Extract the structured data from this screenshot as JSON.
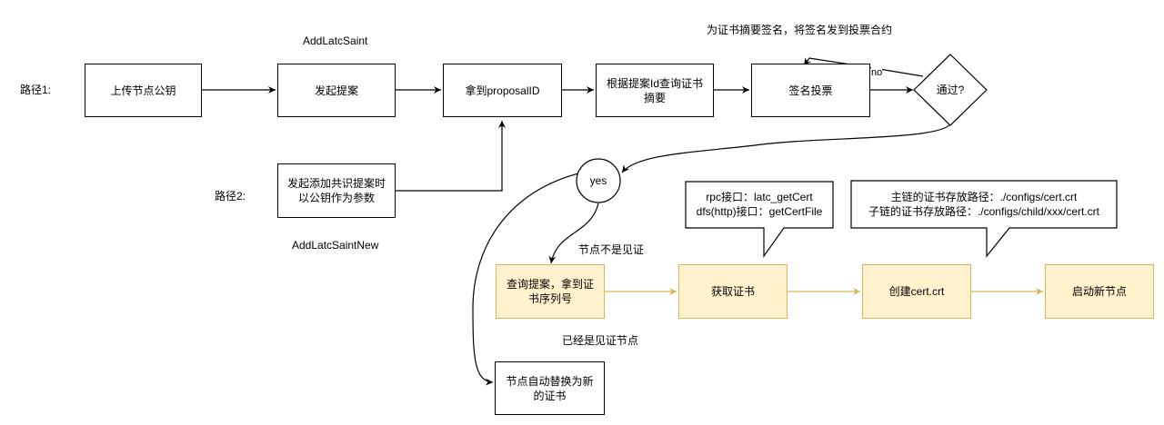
{
  "labels": {
    "path1": "路径1:",
    "path2": "路径2:",
    "add_latc_saint": "AddLatcSaint",
    "add_latc_saint_new": "AddLatcSaintNew",
    "top_note": "为证书摘要签名，将签名发到投票合约",
    "no": "no",
    "not_witness": "节点不是见证",
    "already_witness": "已经是见证节点"
  },
  "nodes": {
    "upload_key": "上传节点公钥",
    "start_proposal": "发起提案",
    "get_proposal_id": "拿到proposalID",
    "query_digest": "根据提案Id查询证书摘要",
    "sign_vote": "签名投票",
    "pass_decision": "通过?",
    "consensus_proposal": "发起添加共识提案时以公钥作为参数",
    "yes": "yes",
    "query_serial": "查询提案，拿到证书序列号",
    "get_cert": "获取证书",
    "create_cert": "创建cert.crt",
    "start_node": "启动新节点",
    "auto_replace": "节点自动替换为新的证书"
  },
  "callouts": {
    "rpc_line1": "rpc接口：latc_getCert",
    "rpc_line2": "dfs(http)接口：getCertFile",
    "path_line1": "主链的证书存放路径：./configs/cert.crt",
    "path_line2": "子链的证书存放路径：./configs/child/xxx/cert.crt"
  },
  "colors": {
    "black": "#000000",
    "yellow_fill": "#fff2cc",
    "yellow_stroke": "#d6b656"
  }
}
